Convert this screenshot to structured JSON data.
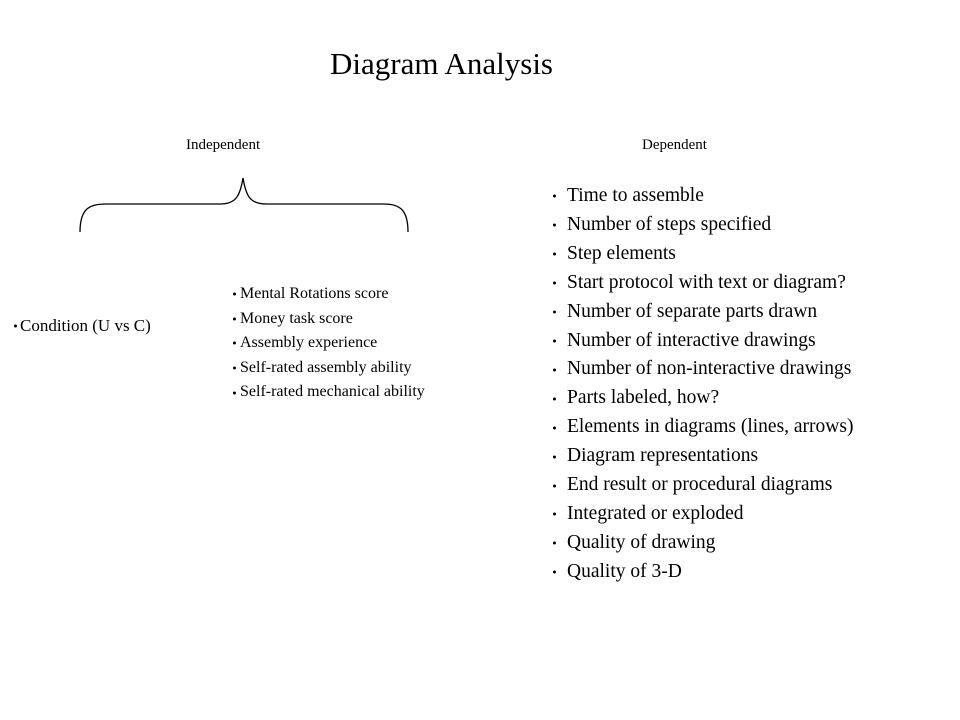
{
  "title": "Diagram Analysis",
  "independent": {
    "heading": "Independent",
    "condition": [
      "Condition (U vs C)"
    ],
    "measures": [
      "Mental Rotations score",
      "Money task score",
      "Assembly experience",
      "Self-rated assembly ability",
      "Self-rated mechanical ability"
    ]
  },
  "dependent": {
    "heading": "Dependent",
    "items": [
      "Time to assemble",
      "Number of steps specified",
      "Step elements",
      "Start protocol with text or diagram?",
      "Number of separate parts drawn",
      "Number of interactive drawings",
      "Number of non-interactive drawings",
      "Parts labeled, how?",
      "Elements in diagrams (lines, arrows)",
      "Diagram representations",
      "End result or procedural diagrams",
      "Integrated or exploded",
      "Quality of drawing",
      "Quality of 3-D"
    ]
  }
}
